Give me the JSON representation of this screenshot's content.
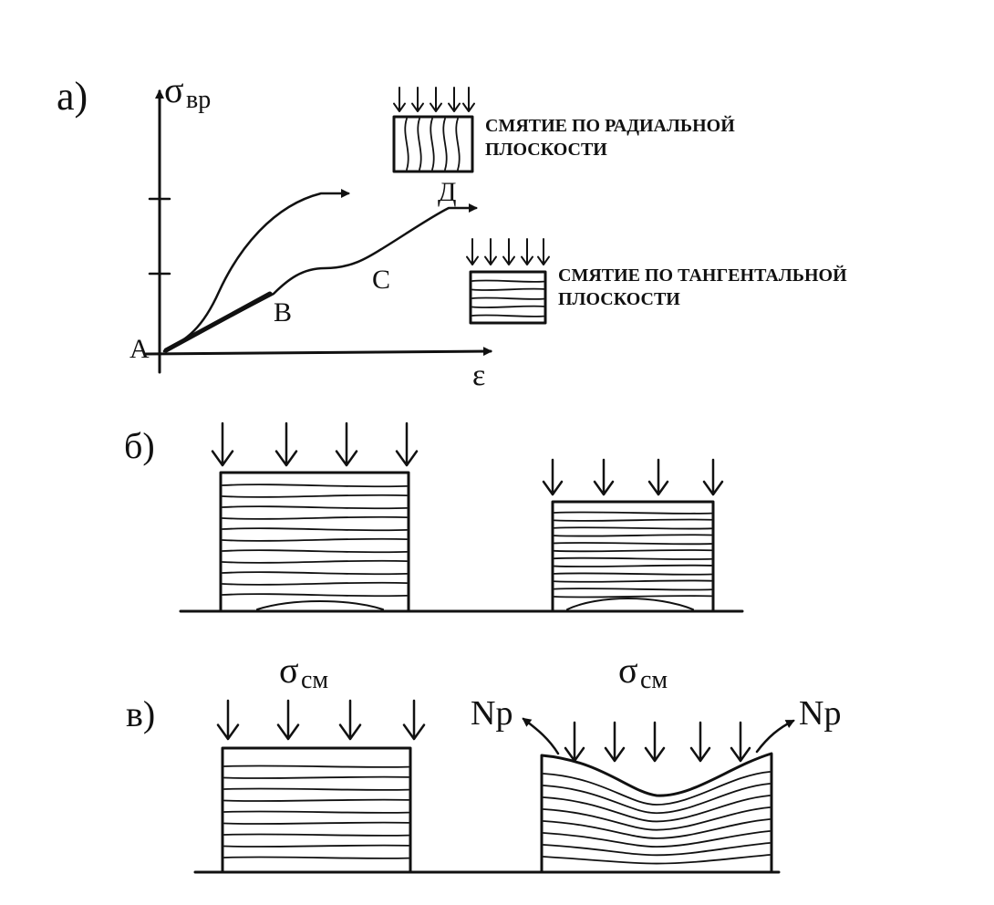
{
  "panel_a": {
    "label": "а)",
    "y_axis_symbol": "σ",
    "y_axis_subscript": "вр",
    "x_axis_symbol": "ε",
    "point_a": "А",
    "point_b": "В",
    "point_c": "С",
    "point_d": "Д",
    "radial_caption_line1": "СМЯТИЕ ПО РАДИАЛЬНОЙ",
    "radial_caption_line2": "ПЛОСКОСТИ",
    "tangential_caption_line1": "СМЯТИЕ ПО ТАНГЕНТАЛЬНОЙ",
    "tangential_caption_line2": "ПЛОСКОСТИ"
  },
  "panel_b": {
    "label": "б)"
  },
  "panel_c": {
    "label": "в)",
    "left_stress_symbol": "σ",
    "left_stress_subscript": "см",
    "right_stress_symbol": "σ",
    "right_stress_subscript": "см",
    "left_force": "Np",
    "right_force": "Np"
  },
  "colors": {
    "ink": "#111111",
    "paper": "#ffffff"
  }
}
